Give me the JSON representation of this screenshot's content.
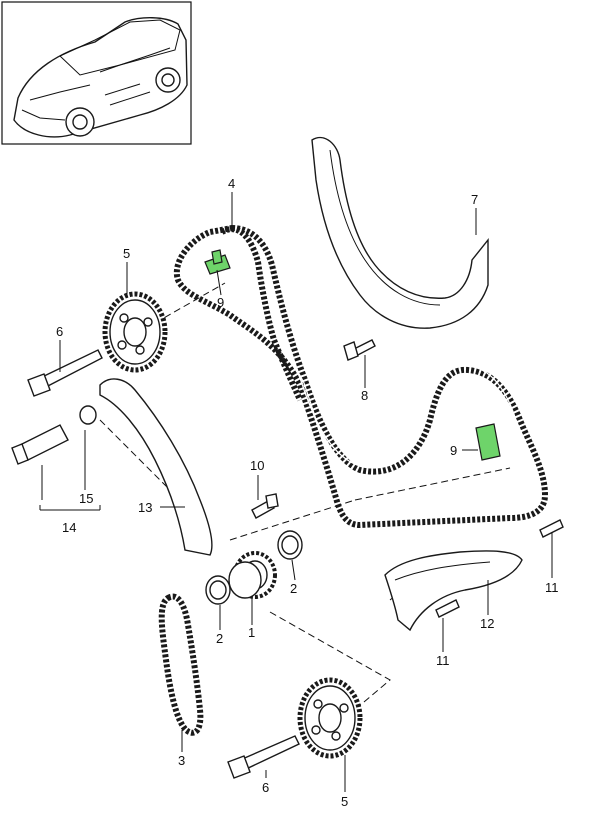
{
  "callouts": [
    {
      "id": "1",
      "text": "1"
    },
    {
      "id": "2a",
      "text": "2"
    },
    {
      "id": "2b",
      "text": "2"
    },
    {
      "id": "3",
      "text": "3"
    },
    {
      "id": "4",
      "text": "4"
    },
    {
      "id": "5a",
      "text": "5"
    },
    {
      "id": "5b",
      "text": "5"
    },
    {
      "id": "6a",
      "text": "6"
    },
    {
      "id": "6b",
      "text": "6"
    },
    {
      "id": "7",
      "text": "7"
    },
    {
      "id": "8",
      "text": "8"
    },
    {
      "id": "9a",
      "text": "9"
    },
    {
      "id": "9b",
      "text": "9"
    },
    {
      "id": "10",
      "text": "10"
    },
    {
      "id": "11a",
      "text": "11"
    },
    {
      "id": "11b",
      "text": "11"
    },
    {
      "id": "12",
      "text": "12"
    },
    {
      "id": "13",
      "text": "13"
    },
    {
      "id": "14",
      "text": "14"
    },
    {
      "id": "15",
      "text": "15"
    }
  ],
  "colors": {
    "highlight": "#6ed46a",
    "line": "#1a1a1a",
    "background": "#ffffff"
  }
}
